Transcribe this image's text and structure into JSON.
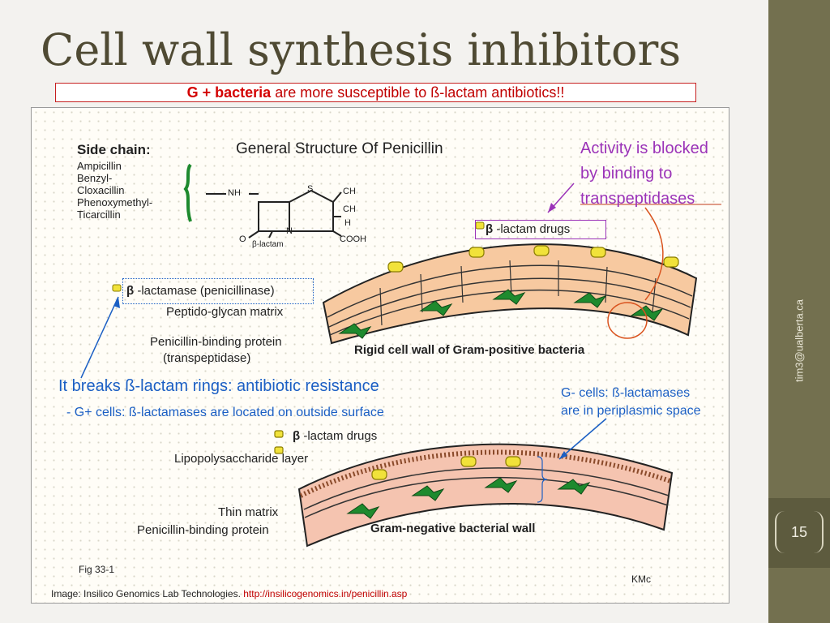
{
  "slide": {
    "title": "Cell wall synthesis inhibitors",
    "subtitle_bold": "G + bacteria",
    "subtitle_rest": " are more susceptible to ß-lactam antibiotics!!",
    "sidebar_text": "tim3@ualberta.ca",
    "page_number": "15"
  },
  "figure": {
    "side_chain_title": "Side chain:",
    "side_chains": [
      "Ampicillin",
      "Benzyl-",
      "Cloxacillin",
      "Phenoxymethyl-",
      "Ticarcillin"
    ],
    "structure_title": "General  Structure  Of  Penicillin",
    "chem_nh": "NH",
    "chem_s": "S",
    "chem_ch1": "CH",
    "chem_ch2": "CH",
    "chem_h": "H",
    "chem_n": "N",
    "chem_o": "O",
    "chem_cooh": "COOH",
    "chem_blactam": "β-lactam",
    "beta_drugs_1": "-lactam  drugs",
    "beta_lactamase": "-lactamase (penicillinase)",
    "peptidoglycan": "Peptido-glycan matrix",
    "pbp": "Penicillin-binding protein",
    "transpeptidase": "(transpeptidase)",
    "gram_pos_label": "Rigid cell wall of Gram-positive bacteria",
    "beta_drugs_2": "-lactam drugs",
    "lps": "Lipopolysaccharide layer",
    "thin_matrix": "Thin matrix",
    "pbp2": "Penicillin-binding protein",
    "gram_neg_label": "Gram-negative bacterial wall",
    "fig_ref": "Fig 33-1",
    "kmc": "KMc",
    "beta_symbol": "β",
    "credit_text": "Image: Insilico Genomics Lab Technologies. ",
    "credit_link": "http://insilicogenomics.in/penicillin.asp"
  },
  "annotations": {
    "activity_line1": "Activity is blocked",
    "activity_line2": "by binding to",
    "activity_line3": "transpeptidases",
    "breaks": "It breaks ß-lactam rings: antibiotic resistance",
    "gpos_note": "- G+ cells: ß-lactamases are located on outside surface",
    "gneg_line1": "G- cells: ß-lactamases",
    "gneg_line2": "are in periplasmic space"
  },
  "colors": {
    "title": "#4f4a33",
    "accent_red": "#c00000",
    "annotation_blue": "#1b5fc4",
    "annotation_purple": "#9b33b8",
    "sidebar": "#73704f",
    "cell_wall": "#f7c9a0",
    "protein_green": "#1e8a2e",
    "drug_yellow": "#f1e23a"
  }
}
